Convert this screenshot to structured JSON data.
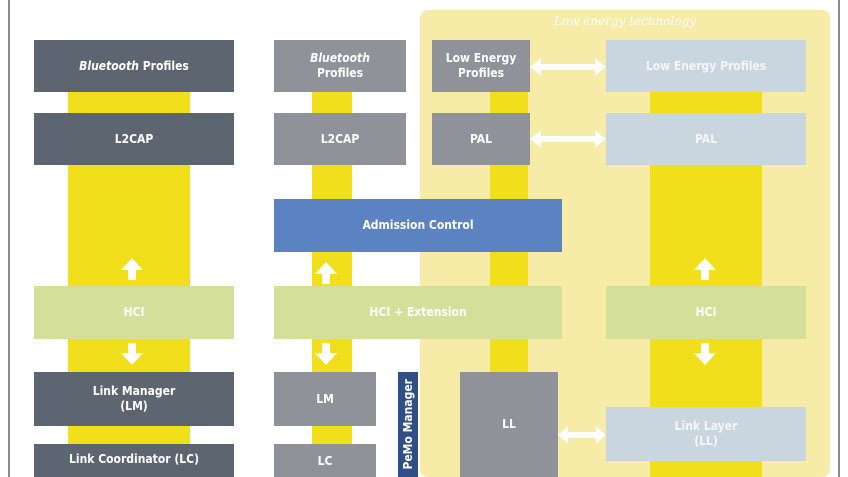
{
  "diagram": {
    "le_region_title": "Low energy technology",
    "boxes": {
      "bt_profiles_left_em": "Bluetooth",
      "bt_profiles_left_rest": " Profiles",
      "bt_profiles_mid_em": "Bluetooth",
      "bt_profiles_mid_rest": "Profiles",
      "le_profiles_left": "Low Energy Profiles",
      "le_profiles_right": "Low Energy Profiles",
      "l2cap_left": "L2CAP",
      "l2cap_mid": "L2CAP",
      "pal_left": "PAL",
      "pal_right": "PAL",
      "admission_control": "Admission Control",
      "hci_left": "HCI",
      "hci_mid": "HCI + Extension",
      "hci_right": "HCI",
      "link_manager": "Link Manager (LM)",
      "lm": "LM",
      "pemo_manager": "PeMo Manager",
      "ll_mid": "LL",
      "link_layer": "Link Layer (LL)",
      "link_coordinator": "Link Coordinator (LC)",
      "lc": "LC"
    },
    "colors": {
      "column_yellow": "#f2df1c",
      "le_region": "#f7eba8",
      "dark_box": "#5d6570",
      "mid_box": "#8f9399",
      "pale_box": "#c9d5df",
      "hci_green": "#d4e09a",
      "admission_blue": "#5b83c2",
      "pemo_navy": "#2f4f86"
    }
  }
}
